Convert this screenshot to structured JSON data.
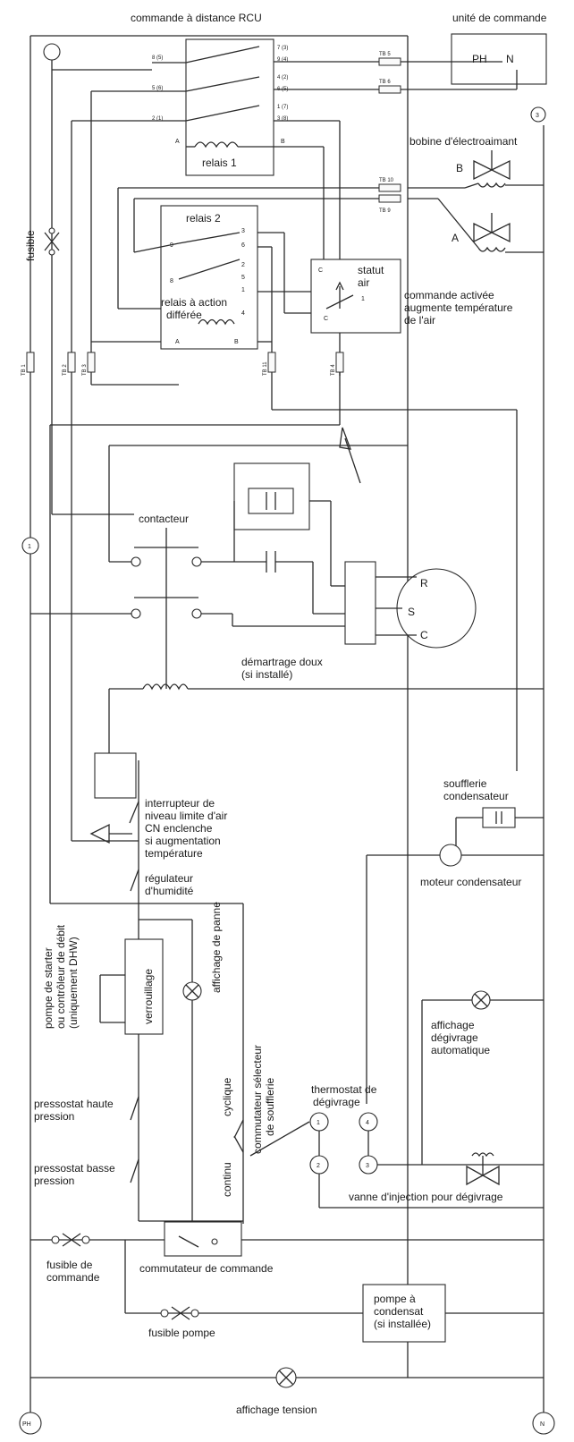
{
  "labels": {
    "rcu_title": "commande à distance RCU",
    "unit_title": "unité de commande",
    "ph": "PH",
    "n": "N",
    "fuse": "fusible",
    "relay1": "relais 1",
    "relay2": "relais 2",
    "delay_relay_1": "relais à action",
    "delay_relay_2": "différée",
    "coil_title": "bobine d'électroaimant",
    "coil_b": "B",
    "coil_a": "A",
    "air_status_1": "statut",
    "air_status_2": "air",
    "cmd_active_1": "commande activée",
    "cmd_active_2": "augmente température",
    "cmd_active_3": "de l'air",
    "contactor": "contacteur",
    "soft_start_1": "démartrage doux",
    "soft_start_2": "(si installé)",
    "limit_switch_1": "interrupteur de",
    "limit_switch_2": "niveau limite d'air",
    "limit_switch_3": "CN enclenche",
    "limit_switch_4": "si augmentation",
    "limit_switch_5": "température",
    "humidity_1": "régulateur",
    "humidity_2": "d'humidité",
    "pump_starter_1": "pompe de starter",
    "pump_starter_2": "ou contrôleur de débit",
    "pump_starter_3": "(uniquement DHW)",
    "interlock": "verrouillage",
    "fault_display": "affichage de panne",
    "fan_selector_1": "commutateur sélecteur",
    "fan_selector_2": "de soufflerie",
    "cyclic": "cyclique",
    "continuous": "continu",
    "hp_switch_1": "pressostat haute",
    "hp_switch_2": "pression",
    "lp_switch_1": "pressostat basse",
    "lp_switch_2": "pression",
    "fan_cond_1": "soufflerie",
    "fan_cond_2": "condensateur",
    "motor_cond": "moteur condensateur",
    "defrost_display_1": "affichage",
    "defrost_display_2": "dégivrage",
    "defrost_display_3": "automatique",
    "defrost_thermo_1": "thermostat de",
    "defrost_thermo_2": "dégivrage",
    "defrost_valve": "vanne d'injection pour dégivrage",
    "ctrl_fuse_1": "fusible de",
    "ctrl_fuse_2": "commande",
    "ctrl_switch": "commutateur de commande",
    "pump_fuse": "fusible pompe",
    "cond_pump_1": "pompe à",
    "cond_pump_2": "condensat",
    "cond_pump_3": "(si installée)",
    "voltage_display": "affichage tension",
    "motor_r": "R",
    "motor_s": "S",
    "motor_c": "C",
    "term_1": "1",
    "term_2": "2",
    "term_3": "3",
    "term_4": "4",
    "node_3": "3",
    "node_1": "1",
    "relay_a": "A",
    "relay_b": "B",
    "relay2_a": "A",
    "relay2_b": "B",
    "air_c": "C",
    "air_1": "1",
    "air_t": "t",
    "r2_3": "3",
    "r2_6": "6",
    "r2_2": "2",
    "r2_5": "5",
    "r2_1": "1",
    "r2_4": "4",
    "r2_9": "9",
    "r2_8": "8",
    "pin_8": "8 (5)",
    "pin_5": "5 (6)",
    "pin_2": "2 (1)",
    "pin_7": "7 (3)",
    "pin_9": "9 (4)",
    "pin_4": "4 (2)",
    "pin_6": "6 (5)",
    "pin_1": "1 (7)",
    "pin_3": "3 (8)",
    "tb_5": "TB 5",
    "tb_6": "TB 6",
    "tb_10": "TB 10",
    "tb_9": "TB 9",
    "tb_1": "TB 1",
    "tb_2": "TB 2",
    "tb_3": "TB 3",
    "tb_11": "TB 11",
    "tb_4": "TB 4"
  }
}
